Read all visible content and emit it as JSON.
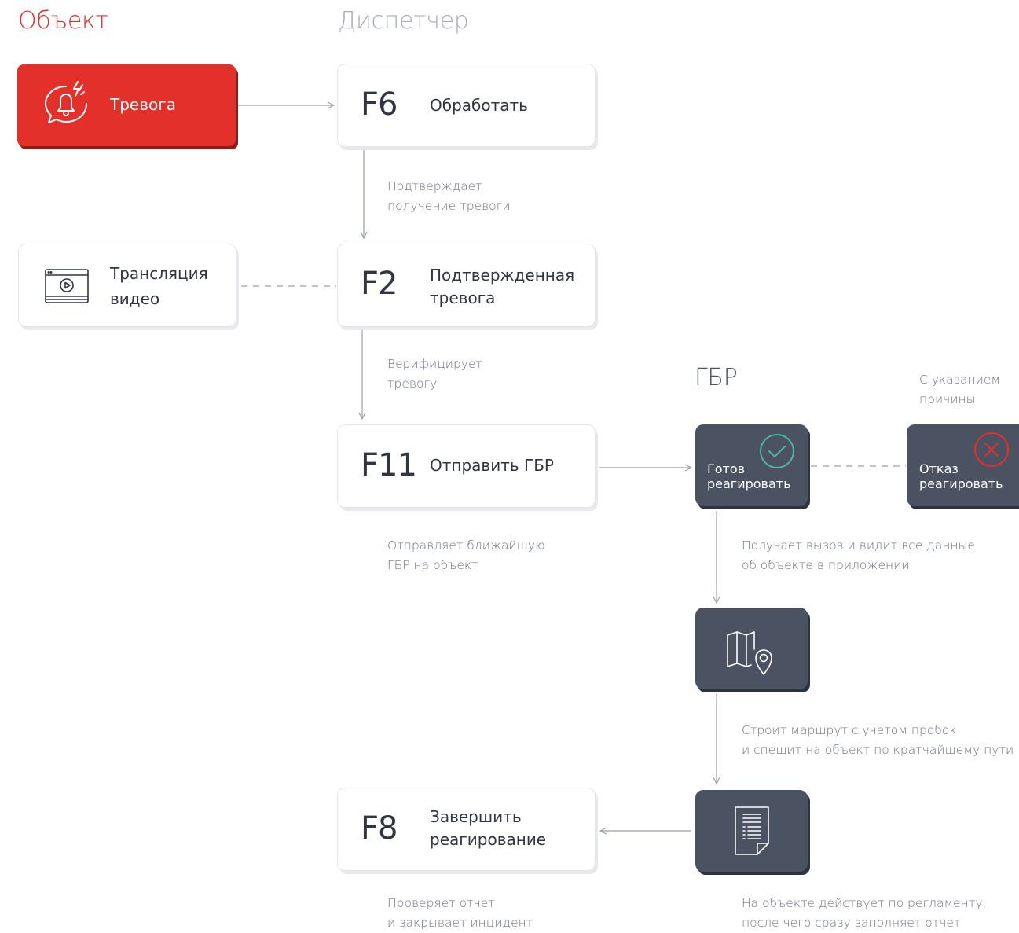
{
  "headers": {
    "object": "Объект",
    "dispatcher": "Диспетчер",
    "gbr": "ГБР"
  },
  "object": {
    "alarm_label": "Тревога",
    "video_label": "Трансляция\nвидео"
  },
  "dispatcher": {
    "f6": {
      "code": "F6",
      "label": "Обработать"
    },
    "f2": {
      "code": "F2",
      "label": "Подтвержденная\nтревога"
    },
    "f11": {
      "code": "F11",
      "label": "Отправить ГБР"
    },
    "f8": {
      "code": "F8",
      "label": "Завершить\nреагирование"
    }
  },
  "gbr": {
    "ready": "Готов\nреагировать",
    "refuse": "Отказ\nреагировать"
  },
  "notes": {
    "confirms": "Подтверждает\nполучение тревоги",
    "verifies": "Верифицирует\nтревогу",
    "sends": "Отправляет ближайшую\nГБР на объект",
    "with_reason": "С указанием\nпричины",
    "receives": "Получает вызов и видит все данные\nоб объекте в приложении",
    "route": "Строит маршрут с учетом пробок\nи спешит на объект по кратчайшему пути",
    "checks": "Проверяет отчет\nи закрывает инцидент",
    "acts": "На объекте действует по регламенту,\nпосле чего сразу заполняет отчет"
  },
  "colors": {
    "alarm_red": "#e3302b",
    "gbr_dark": "#4b5261",
    "accept_teal": "#4fb5a8",
    "refuse_red": "#e3302b"
  },
  "icons": [
    "alarm-bell-icon",
    "video-player-icon",
    "check-circle-icon",
    "cross-circle-icon",
    "map-pin-icon",
    "report-document-icon"
  ]
}
